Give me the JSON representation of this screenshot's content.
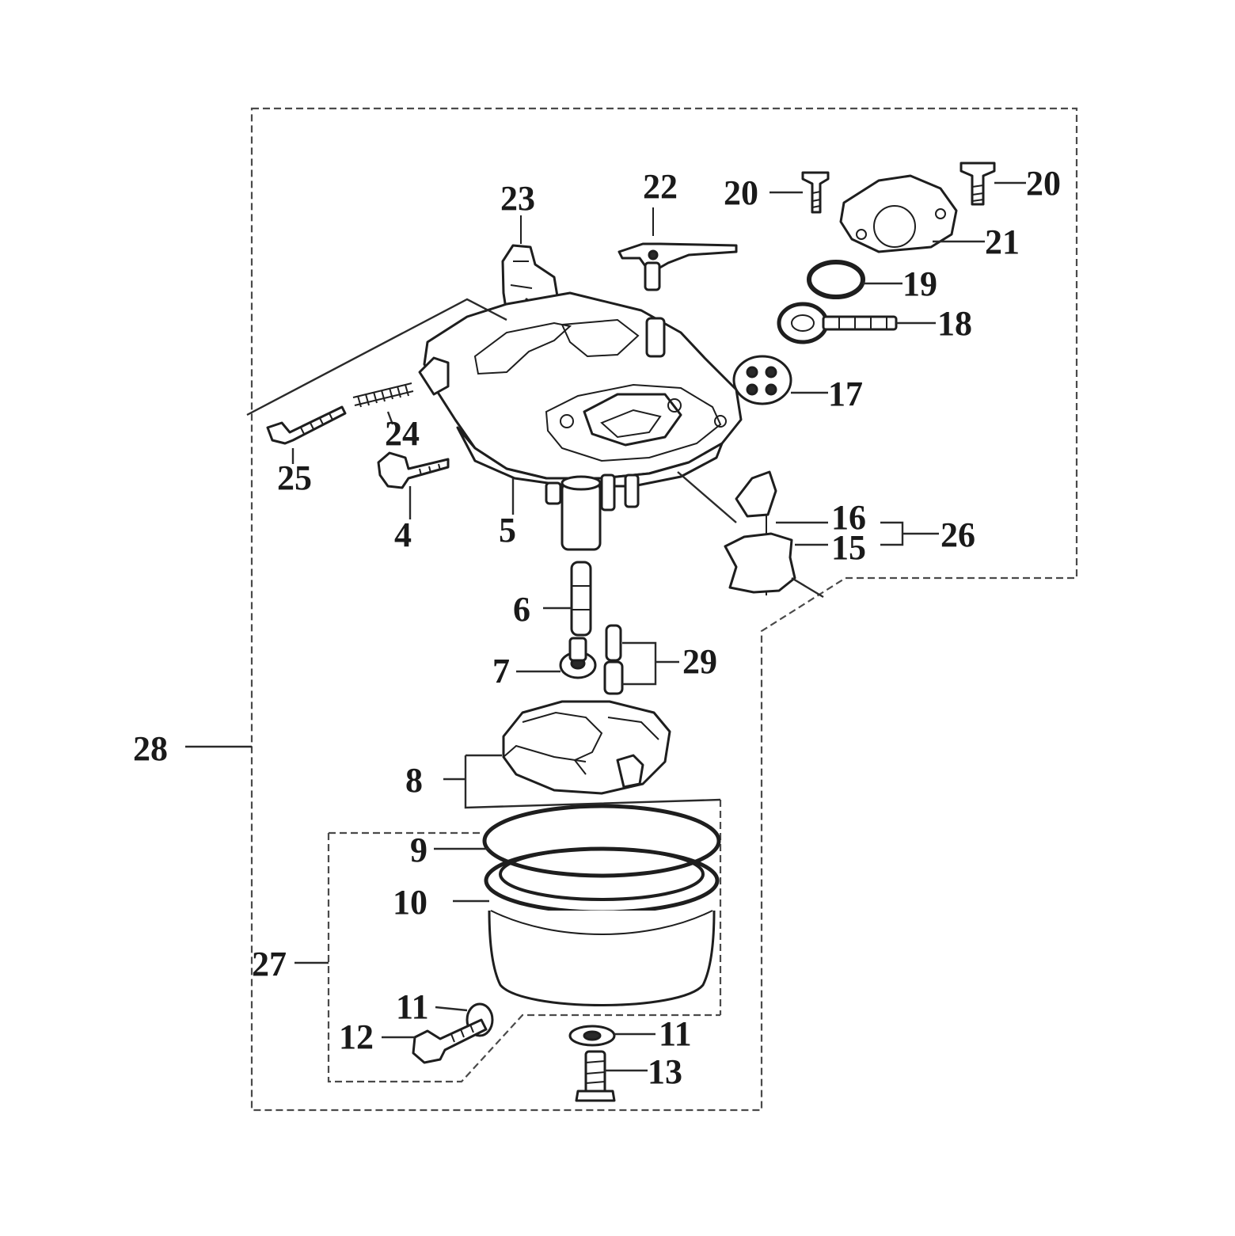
{
  "callouts": {
    "c4": "4",
    "c5": "5",
    "c6": "6",
    "c7": "7",
    "c8": "8",
    "c9": "9",
    "c10": "10",
    "c11a": "11",
    "c11b": "11",
    "c12": "12",
    "c13": "13",
    "c15": "15",
    "c16": "16",
    "c17": "17",
    "c18": "18",
    "c19": "19",
    "c20a": "20",
    "c20b": "20",
    "c21": "21",
    "c22": "22",
    "c23": "23",
    "c24": "24",
    "c25": "25",
    "c26": "26",
    "c27": "27",
    "c28": "28",
    "c29": "29"
  },
  "colors": {
    "ink": "#1e1e1e",
    "paper": "#ffffff"
  }
}
